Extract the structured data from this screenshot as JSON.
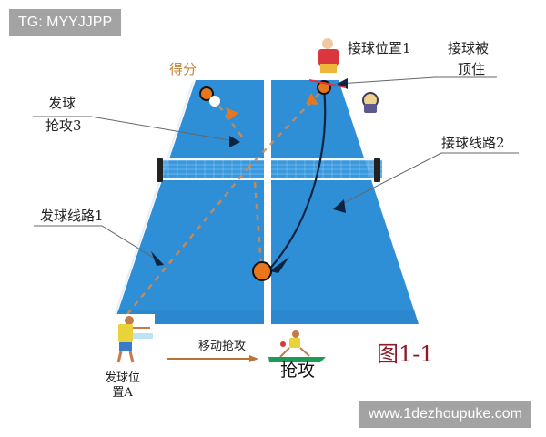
{
  "watermarks": {
    "top": "TG: MYYJJPP",
    "bottom": "www.1dezhoupuke.com"
  },
  "labels": {
    "score": "得分",
    "serve_attack_3_line1": "发球",
    "serve_attack_3_line2": "抢攻3",
    "receive_position_1": "接球位置1",
    "receive_blocked_line1": "接球被",
    "receive_blocked_line2": "顶住",
    "receive_route_2": "接球线路2",
    "serve_route_1": "发球线路1",
    "serve_position_line1": "发球位",
    "serve_position_line2": "置A",
    "move_attack": "移动抢攻",
    "attack": "抢攻",
    "figure": "图1-1"
  },
  "colors": {
    "table_blue": "#2f8fd6",
    "table_dark": "#1f6fb8",
    "ball_orange": "#e8761c",
    "route_dashed": "#d9884a",
    "arrow_dark": "#0d2340",
    "figure_label": "#8b1a2b"
  }
}
